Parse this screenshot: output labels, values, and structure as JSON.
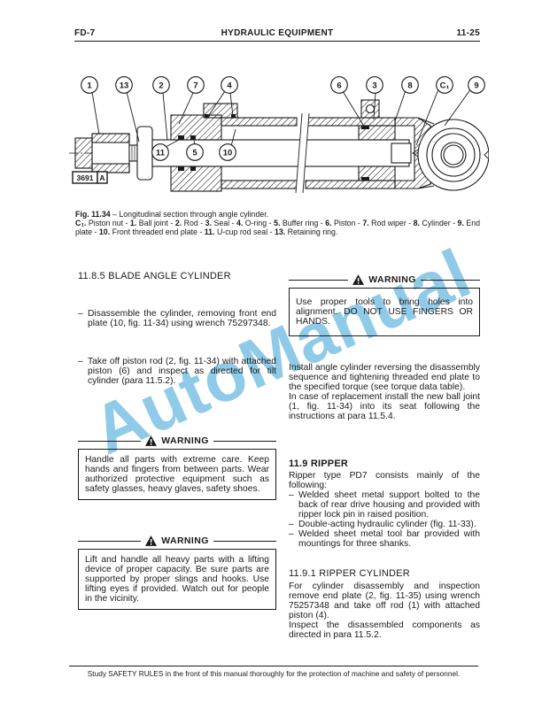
{
  "header": {
    "left": "FD-7",
    "center": "HYDRAULIC EQUIPMENT",
    "right": "11-25"
  },
  "watermark": {
    "text": "AutoManual",
    "color": "#7cc2e6"
  },
  "dash": "–",
  "figure": {
    "tag_number": "3691",
    "tag_suffix": "A",
    "callouts": [
      "1",
      "13",
      "2",
      "7",
      "4",
      "6",
      "3",
      "8",
      "C₁",
      "9",
      "11",
      "5",
      "10"
    ],
    "caption_fig": "Fig. 11.34",
    "caption_title": " – Longitudinal section through angle cylinder.",
    "caption_items": [
      {
        "b": "C₁."
      },
      {
        "t": " Piston nut - "
      },
      {
        "b": "1."
      },
      {
        "t": " Ball joint - "
      },
      {
        "b": "2."
      },
      {
        "t": " Rod - "
      },
      {
        "b": "3."
      },
      {
        "t": " Seal - "
      },
      {
        "b": "4."
      },
      {
        "t": " O-ring - "
      },
      {
        "b": "5."
      },
      {
        "t": " Buffer ring - "
      },
      {
        "b": "6."
      },
      {
        "t": " Piston - "
      },
      {
        "b": "7."
      },
      {
        "t": " Rod wiper - "
      },
      {
        "b": "8."
      },
      {
        "t": " Cylinder - "
      },
      {
        "b": "9."
      },
      {
        "t": " End plate - "
      },
      {
        "b": "10."
      },
      {
        "t": " Front threaded end plate - "
      },
      {
        "b": "11."
      },
      {
        "t": " U-cup rod seal - "
      },
      {
        "b": "13."
      },
      {
        "t": " Retaining ring."
      }
    ]
  },
  "left": {
    "heading": "11.8.5 BLADE ANGLE CYLINDER",
    "bullets": [
      "Disassemble the cylinder, removing front end plate (10, fig. 11-34) using wrench 75297348.",
      "Take off piston rod (2, fig. 11-34) with attached piston (6) and inspect as directed for tilt cylinder (para 11.5.2)."
    ],
    "warning1_title": "WARNING",
    "warning1_text": "Handle all parts with extreme care. Keep hands and fingers from between parts. Wear authorized protective equipment such as safety glasses, heavy glaves, safety shoes.",
    "warning2_title": "WARNING",
    "warning2_text": "Lift and handle all heavy parts with a lifting device of proper capacity. Be sure parts are supported by proper slings and hooks. Use lifting eyes if provided. Watch out for people in the vicinity."
  },
  "right": {
    "warning_title": "WARNING",
    "warning_text": "Use proper tools to bring holes into alignment. DO NOT USE FINGERS OR HANDS.",
    "para1": "Install angle cylinder reversing the disassembly sequence and tightening threaded end plate to the specified torque (see torque data table).",
    "para2": "In case of replacement install the new ball joint (1, fig. 11-34) into its seat following the instructions at para 11.5.4.",
    "ripper_heading": "11.9 RIPPER",
    "ripper_intro": "Ripper type PD7 consists mainly of the following:",
    "ripper_bullets": [
      "Welded sheet metal support bolted to the back of rear drive housing and provided with ripper lock pin in raised position.",
      "Double-acting hydraulic cylinder (fig. 11-33).",
      "Welded sheet metal tool bar provided with mountings for three shanks."
    ],
    "rc_heading": "11.9.1 RIPPER CYLINDER",
    "rc_para1": "For cylinder disassembly and inspection remove end plate (2, fig. 11-35) using wrench 75257348 and take off rod (1) with attached piston (4).",
    "rc_para2": "Inspect the disassembled components as directed in para 11.5.2."
  },
  "footer": "Study SAFETY RULES in the front of this manual thoroughly for the protection of machine and safety of personnel."
}
